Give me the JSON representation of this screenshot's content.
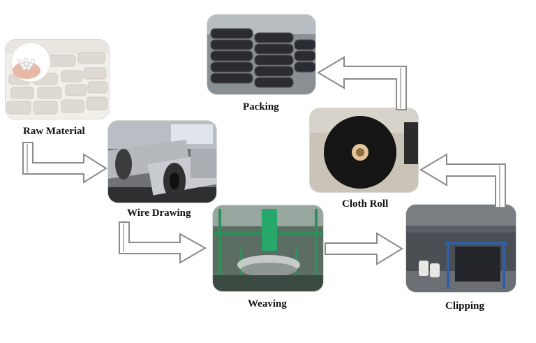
{
  "steps": [
    {
      "id": "raw-material",
      "label": "Raw Material"
    },
    {
      "id": "wire-drawing",
      "label": "Wire Drawing"
    },
    {
      "id": "weaving",
      "label": "Weaving"
    },
    {
      "id": "clipping",
      "label": "Clipping"
    },
    {
      "id": "cloth-roll",
      "label": "Cloth Roll"
    },
    {
      "id": "packing",
      "label": "Packing"
    }
  ],
  "colors": {
    "arrow_stroke": "#8a8a8a",
    "arrow_fill": "#ffffff",
    "background": "#ffffff",
    "label_text": "#111111"
  }
}
